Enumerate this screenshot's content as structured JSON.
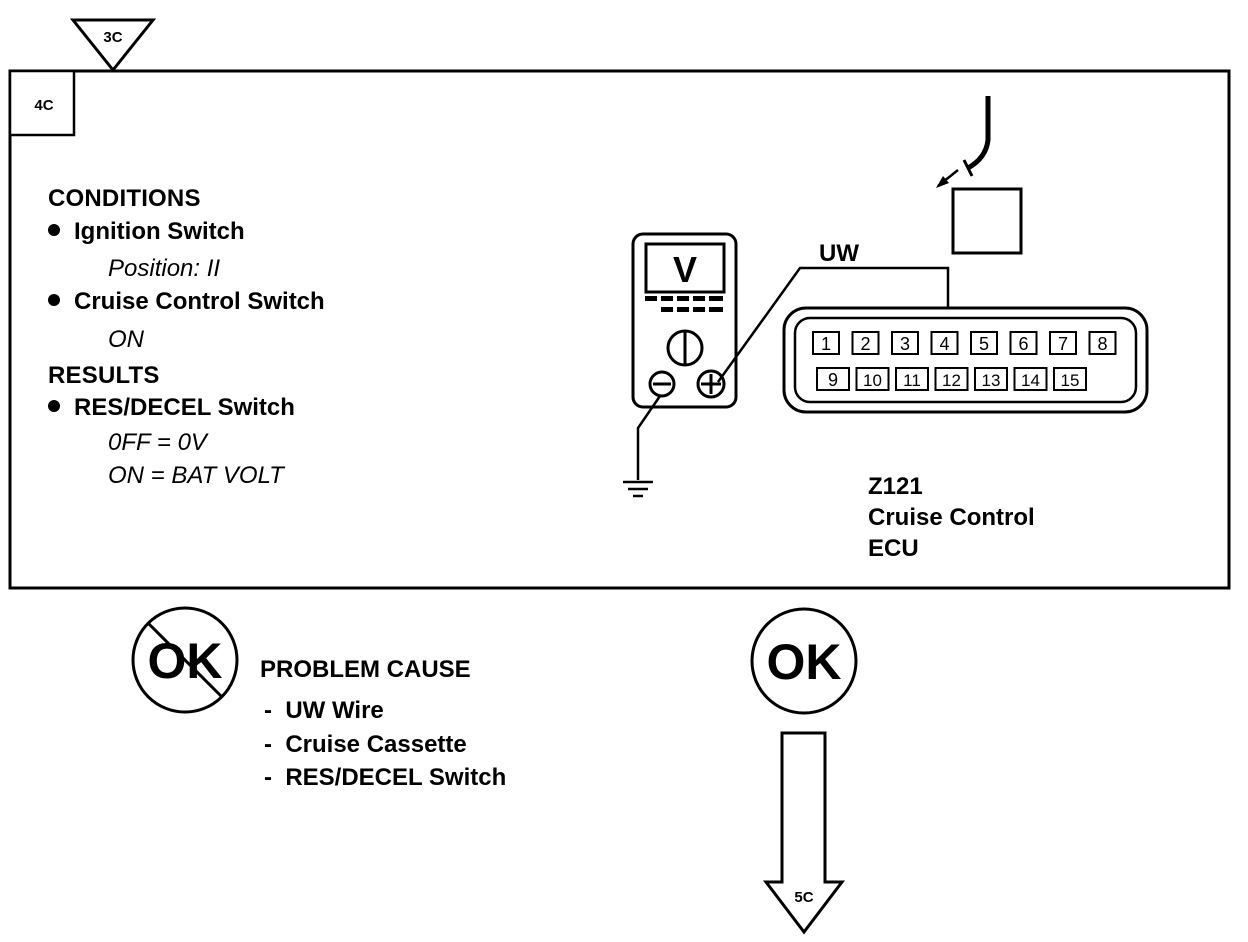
{
  "step": {
    "from_ref": "3C",
    "current": "4C",
    "next_ref": "5C"
  },
  "conditions": {
    "heading": "CONDITIONS",
    "items": [
      {
        "label": "Ignition Switch",
        "detail": "Position: II"
      },
      {
        "label": "Cruise Control Switch",
        "detail": "ON"
      }
    ]
  },
  "results": {
    "heading": "RESULTS",
    "items": [
      {
        "label": "RES/DECEL Switch",
        "details": [
          "0FF = 0V",
          "ON = BAT VOLT"
        ]
      }
    ]
  },
  "meter": {
    "display": "V",
    "neg_symbol": "⊖",
    "pos_symbol": "⊕"
  },
  "wire_label": "UW",
  "connector": {
    "pins_top": [
      "1",
      "2",
      "3",
      "4",
      "5",
      "6",
      "7",
      "8"
    ],
    "pins_bottom": [
      "9",
      "10",
      "11",
      "12",
      "13",
      "14",
      "15"
    ],
    "probed_pin": "4"
  },
  "ecu": {
    "code": "Z121",
    "line1": "Cruise Control",
    "line2": "ECU"
  },
  "outcomes": {
    "not_ok": {
      "symbol": "OK",
      "title": "PROBLEM CAUSE",
      "causes": [
        "UW Wire",
        "Cruise Cassette",
        "RES/DECEL Switch"
      ]
    },
    "ok": {
      "symbol": "OK"
    }
  }
}
